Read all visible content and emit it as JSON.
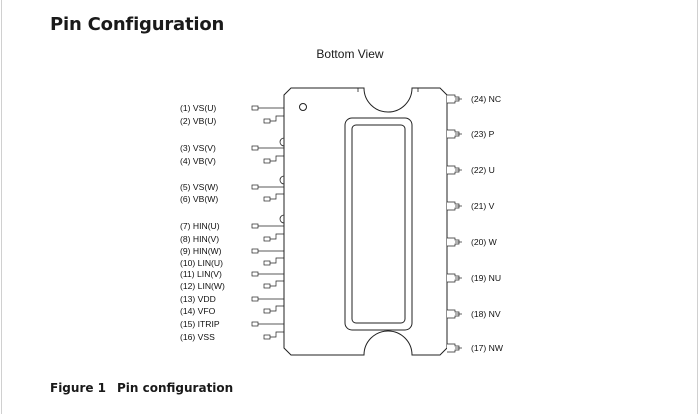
{
  "header": {
    "title": "Pin Configuration"
  },
  "diagram": {
    "view_label": "Bottom View",
    "left_pins": [
      "(1) VS(U)",
      "(2) VB(U)",
      "(3) VS(V)",
      "(4) VB(V)",
      "(5) VS(W)",
      "(6) VB(W)",
      "(7) HIN(U)",
      "(8) HIN(V)",
      "(9) HIN(W)",
      "(10) LIN(U)",
      "(11) LIN(V)",
      "(12) LIN(W)",
      "(13) VDD",
      "(14) VFO",
      "(15) ITRIP",
      "(16) VSS"
    ],
    "right_pins": [
      "(24) NC",
      "(23) P",
      "(22) U",
      "(21) V",
      "(20) W",
      "(19) NU",
      "(18) NV",
      "(17) NW"
    ]
  },
  "caption": {
    "number": "Figure 1",
    "text": "Pin configuration"
  }
}
